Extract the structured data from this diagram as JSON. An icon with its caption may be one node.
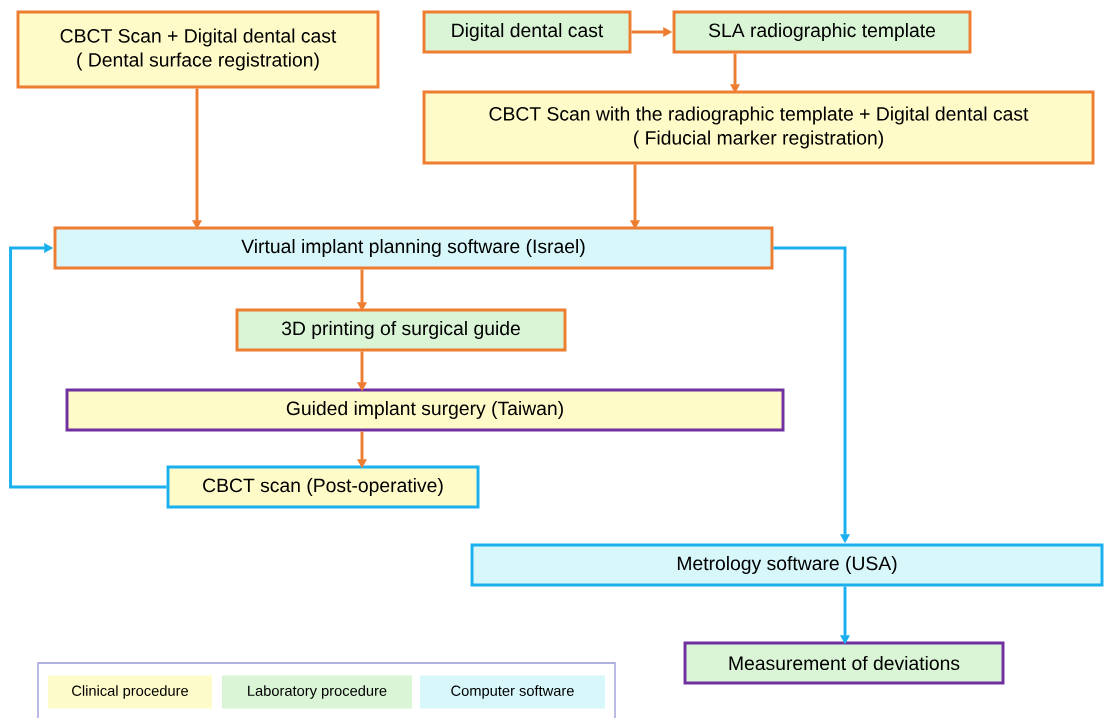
{
  "diagram": {
    "nodes": [
      {
        "text": [
          "CBCT Scan + Digital dental cast",
          "( Dental surface registration)"
        ]
      },
      {
        "text": [
          "Digital dental cast"
        ]
      },
      {
        "text": [
          "SLA radiographic template"
        ]
      },
      {
        "text": [
          "CBCT Scan with the radiographic template + Digital dental cast",
          "( Fiducial marker registration)"
        ]
      },
      {
        "text": [
          "Virtual implant planning software (Israel)"
        ]
      },
      {
        "text": [
          "3D printing of surgical guide"
        ]
      },
      {
        "text": [
          "Guided implant surgery (Taiwan)"
        ]
      },
      {
        "text": [
          "CBCT scan (Post-operative)"
        ]
      },
      {
        "text": [
          "Metrology software (USA)"
        ]
      },
      {
        "text": [
          "Measurement of deviations"
        ]
      }
    ],
    "edges": [
      {
        "from": 1,
        "to": 2,
        "arrow": "to"
      },
      {
        "from": 2,
        "to": 3,
        "arrow": "to"
      },
      {
        "from": 0,
        "to": 4,
        "arrow": "to"
      },
      {
        "from": 3,
        "to": 4,
        "arrow": "to"
      },
      {
        "from": 4,
        "to": 5,
        "arrow": "to"
      },
      {
        "from": 5,
        "to": 6,
        "arrow": "to"
      },
      {
        "from": 6,
        "to": 7,
        "arrow": "to"
      },
      {
        "from": 7,
        "to": 4,
        "arrow": "to",
        "color": "#1ab0f0"
      },
      {
        "from": 4,
        "to": 8,
        "arrow": "to",
        "color": "#1ab0f0"
      },
      {
        "from": 8,
        "to": 9,
        "arrow": "to",
        "color": "#1ab0f0"
      }
    ],
    "legend": [
      {
        "text": "Clinical procedure",
        "color": "#fdfbc9"
      },
      {
        "text": "Laboratory procedure",
        "color": "#d9f5d6"
      },
      {
        "text": "Computer software",
        "color": "#d7f7fb"
      }
    ]
  }
}
